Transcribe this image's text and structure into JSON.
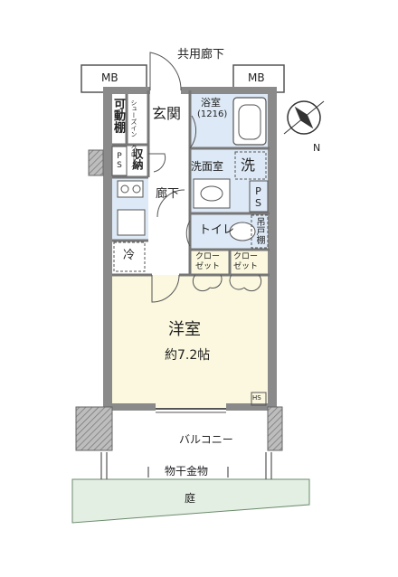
{
  "labels": {
    "corridor_shared": "共用廊下",
    "mb_left": "MB",
    "mb_right": "MB",
    "bathroom": "浴室",
    "bath_size": "(1216)",
    "entrance": "玄関",
    "movable_shelf": "可動棚",
    "shoes_in_closet": "シューズイン\nクローク",
    "storage": "収納",
    "ps_left": "PS",
    "washroom": "洗面室",
    "washer": "洗",
    "ps_right": "PS",
    "hallway": "廊下",
    "toilet": "トイレ",
    "hanging_shelf": "吊戸棚",
    "fridge": "冷",
    "closet_1": "クロー\nゼット",
    "closet_2": "クロー\nゼット",
    "western_room": "洋室",
    "room_size": "約7.2帖",
    "hs": "HS",
    "balcony": "バルコニー",
    "drying_hardware": "物干金物",
    "garden": "庭",
    "north": "N"
  },
  "colors": {
    "room_fill": "#fbf8df",
    "wet_fill": "#dde9f6",
    "garden_fill": "#e4efe4",
    "wall": "#8a8a8a",
    "line": "#555555"
  }
}
